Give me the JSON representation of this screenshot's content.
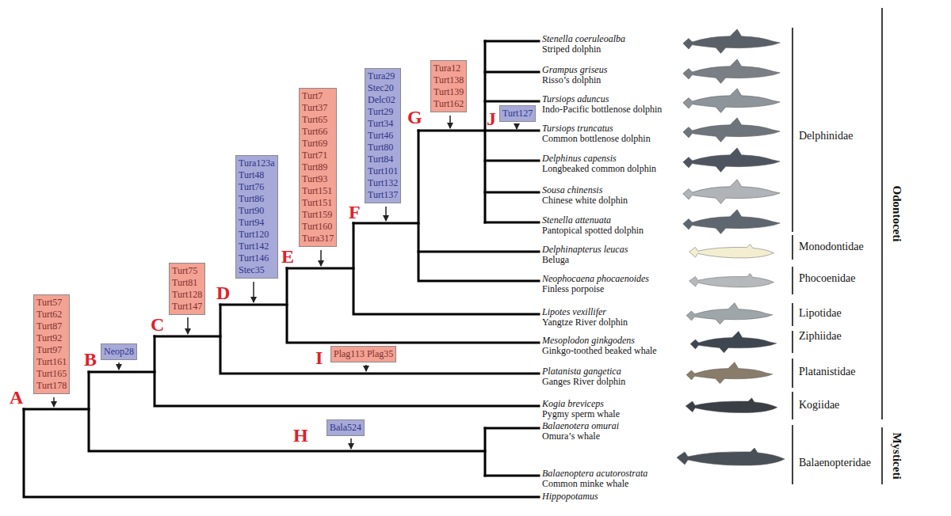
{
  "diagram": {
    "nodes": [
      {
        "text": [
          "Turt57 Turt62 Turt87 Turt92 Turt97 Turt161 Turt165 Turt178"
        ]
      },
      {
        "text": [
          "Neop28"
        ]
      },
      {
        "text": [
          "Turt75 Turt81 Turt128 Turt147"
        ]
      },
      {
        "text": [
          "Tura123a Turt48 Turt76 Turt86 Turt90 Turt94 Turt120 Turt142 Turt146 Stec35"
        ]
      },
      {
        "text": [
          "Turt7 Turt37 Turt65 Turt66 Turt69 Turt71 Turt89 Turt93 Turt151 Turt151 Turt159 Turt160 Tura317"
        ]
      },
      {
        "text": [
          "Tura29 Stec20 Delc02 Turt29 Turt34 Turt46 Turt80 Turt84 Turt101 Turt132 Turt137"
        ]
      },
      {
        "text": [
          "Tura12 Turt138 Turt139 Turt162"
        ]
      },
      {
        "text": [
          "Turt127"
        ]
      },
      {
        "text": [
          "Plag113 Plag35"
        ]
      },
      {
        "text": [
          "Bala524"
        ]
      }
    ],
    "labels": [
      "A",
      "B",
      "C",
      "D",
      "E",
      "F",
      "G",
      "J",
      "H",
      "I",
      "Stenella coeruleoalba",
      "Striped dolphin",
      "Grampus griseus",
      "Risso’s dolphin",
      "Tursiops aduncus",
      "Indo-Pacific bottlenose dolphin",
      "Tursiops truncatus",
      "Common bottlenose dolphin",
      "Delphinus capensis",
      "Longbeaked common dolphin",
      "Sousa chinensis",
      "Chinese white dolphin",
      "Stenella attenuata",
      "Pantopical spotted dolphin",
      "Delphinapterus leucas",
      "Beluga",
      "Neophocaena phocaenoides",
      "Finless porpoise",
      "Lipotes vexillifer",
      "Yangtze River dolphin",
      "Mesoplodon ginkgodens",
      "Ginkgo-toothed beaked whale",
      "Platanista gangetica",
      "Ganges River dolphin",
      "Kogia breviceps",
      "Pygmy sperm whale",
      "Balaenotera omurai",
      "Omura’s whale",
      "Balaenoptera acutorostrata",
      "Common minke whale",
      "Hippopotamus",
      "Delphinidae",
      "Monodontidae",
      "Phocoenidae",
      "Lipotidae",
      "Ziphiidae",
      "Platanistidae",
      "Kogiidae",
      "Balaenopteridae",
      "Odontoceti",
      "Mysticeti"
    ]
  }
}
